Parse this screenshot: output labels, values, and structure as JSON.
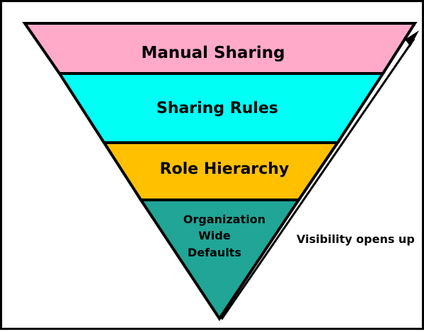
{
  "diagram": {
    "layers": [
      {
        "label_lines": [
          "Manual Sharing"
        ],
        "color": "#ffaac9"
      },
      {
        "label_lines": [
          "Sharing Rules"
        ],
        "color": "#00fff5"
      },
      {
        "label_lines": [
          "Role Hierarchy"
        ],
        "color": "#ffc000"
      },
      {
        "label_lines": [
          "Organization",
          "Wide",
          "Defaults"
        ],
        "color": "#20a596"
      }
    ],
    "arrow_label": "Visibility opens up",
    "outline_color": "#000000",
    "background_color": "#ffffff"
  }
}
